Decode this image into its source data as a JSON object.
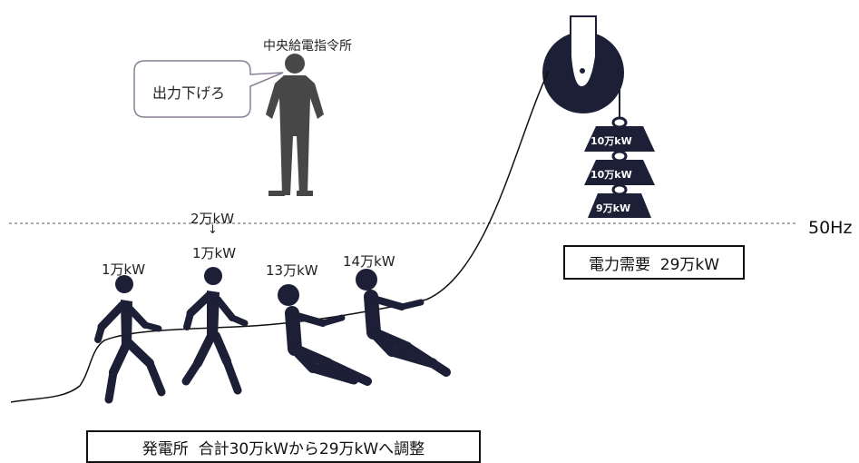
{
  "frequency_label": "50Hz",
  "dispatcher": {
    "title": "中央給電指令所",
    "speech": "出力下げろ"
  },
  "workers": [
    {
      "label": "1万kW"
    },
    {
      "label_before": "2万kW",
      "arrow": "↓",
      "label": "1万kW"
    },
    {
      "label": "13万kW"
    },
    {
      "label": "14万kW"
    }
  ],
  "weights": [
    {
      "label": "10万kW"
    },
    {
      "label": "10万kW"
    },
    {
      "label": "9万kW"
    }
  ],
  "demand_label": "電力需要  29万kW",
  "plant_label": "発電所  合計30万kWから29万kWへ調整",
  "colors": {
    "figure": "#1c1f36",
    "person": "#474747",
    "rope": "#111111",
    "dashed_line": "#555555"
  }
}
